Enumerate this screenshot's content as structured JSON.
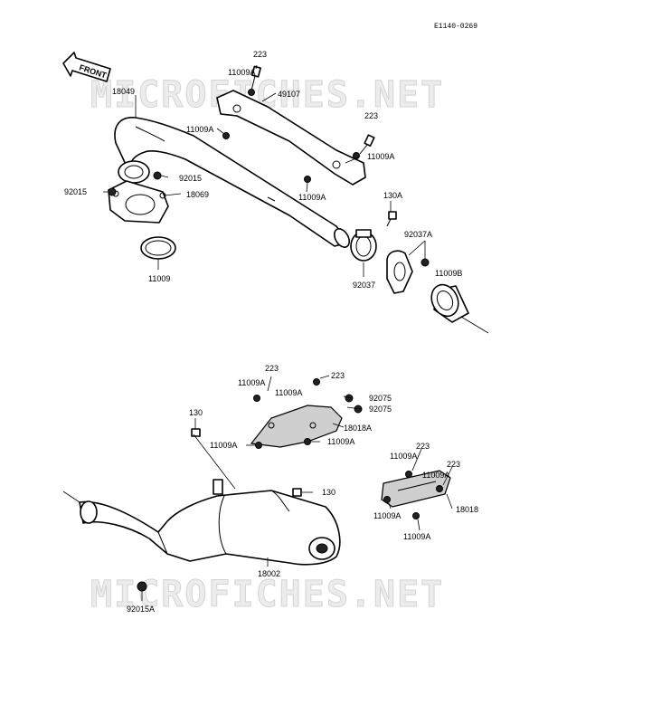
{
  "diagram_code": "E1140-0269",
  "front_label": "FRONT",
  "watermark": "MICROFICHES.NET",
  "labels": {
    "p18049": "18049",
    "p223_a": "223",
    "p11009A_a": "11009A",
    "p49107": "49107",
    "p11009A_b": "11009A",
    "p223_b": "223",
    "p11009A_c": "11009A",
    "p92015_a": "92015",
    "p92015_b": "92015",
    "p18069": "18069",
    "p11009A_d": "11009A",
    "p130A": "130A",
    "p92037A": "92037A",
    "p11009B": "11009B",
    "p92037": "92037",
    "p11009": "11009",
    "p223_c": "223",
    "p223_d": "223",
    "p11009A_e": "11009A",
    "p11009A_f": "11009A",
    "p92075_a": "92075",
    "p92075_b": "92075",
    "p130_a": "130",
    "p18018A": "18018A",
    "p11009A_g": "11009A",
    "p11009A_h": "11009A",
    "p223_e": "223",
    "p11009A_i": "11009A",
    "p223_f": "223",
    "p11009A_j": "11009A",
    "p130_b": "130",
    "p18018": "18018",
    "p11009A_k": "11009A",
    "p11009A_l": "11009A",
    "p18002": "18002",
    "p92015A": "92015A"
  }
}
